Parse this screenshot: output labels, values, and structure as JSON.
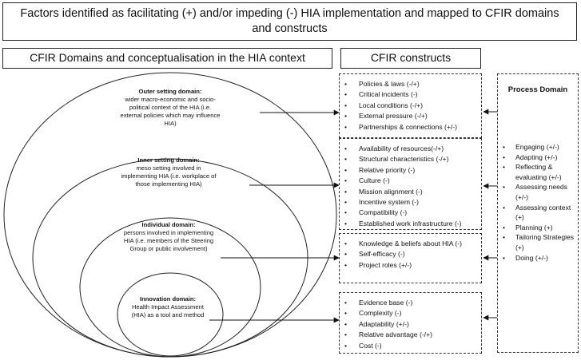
{
  "title": "Factors identified as facilitating (+) and/or impeding (-) HIA implementation and mapped to CFIR domains and constructs",
  "headers": {
    "domains": "CFIR Domains and conceptualisation in the HIA context",
    "constructs": "CFIR constructs"
  },
  "domains": {
    "outer": {
      "title": "Outer setting domain:",
      "desc": "wider macro-economic and socio- political context of the HIA (i.e. external policies which may influence HIA)"
    },
    "inner": {
      "title": "Inner setting domain:",
      "desc": "meso setting involved in implementing HIA (i.e. workplace of those implementing HIA)"
    },
    "individual": {
      "title": "Individual domain:",
      "desc": "persons involved in implementing HIA (i.e. members of the Steering Group or public involvement)"
    },
    "innovation": {
      "title": "Innovation domain:",
      "desc": "Health Impact Assessment (HIA) as a tool and method"
    }
  },
  "constructs": {
    "outer": [
      "Policies & laws (-/+)",
      "Critical incidents (-)",
      "Local conditions (-/+)",
      "External pressure (-/+)",
      "Partnerships & connections (+/-)"
    ],
    "inner": [
      "Availability of resources(-/+)",
      "Structural characteristics (-/+)",
      "Relative priority (-)",
      "Culture (-)",
      "Mission alignment (-)",
      "Incentive system (-)",
      "Compatibility (-)",
      "Established work infrastructure (-)"
    ],
    "individual": [
      "Knowledge & beliefs about HIA (-)",
      "Self-efficacy (-)",
      "Project roles (+/-)"
    ],
    "innovation": [
      "Evidence base (-)",
      "Complexity (-)",
      "Adaptability (+/-)",
      "Relative advantage (-/+)",
      "Cost (-)"
    ]
  },
  "process": {
    "title": "Process Domain",
    "items": [
      "Engaging (+/-)",
      "Adapting (+/-)",
      "Reflecting & evaluating (+/-)",
      "Assessing needs (+/-)",
      "Assessing context (+)",
      "Planning (+)",
      "Tailoring Strategies (+)",
      "Doing (+/-)"
    ]
  }
}
